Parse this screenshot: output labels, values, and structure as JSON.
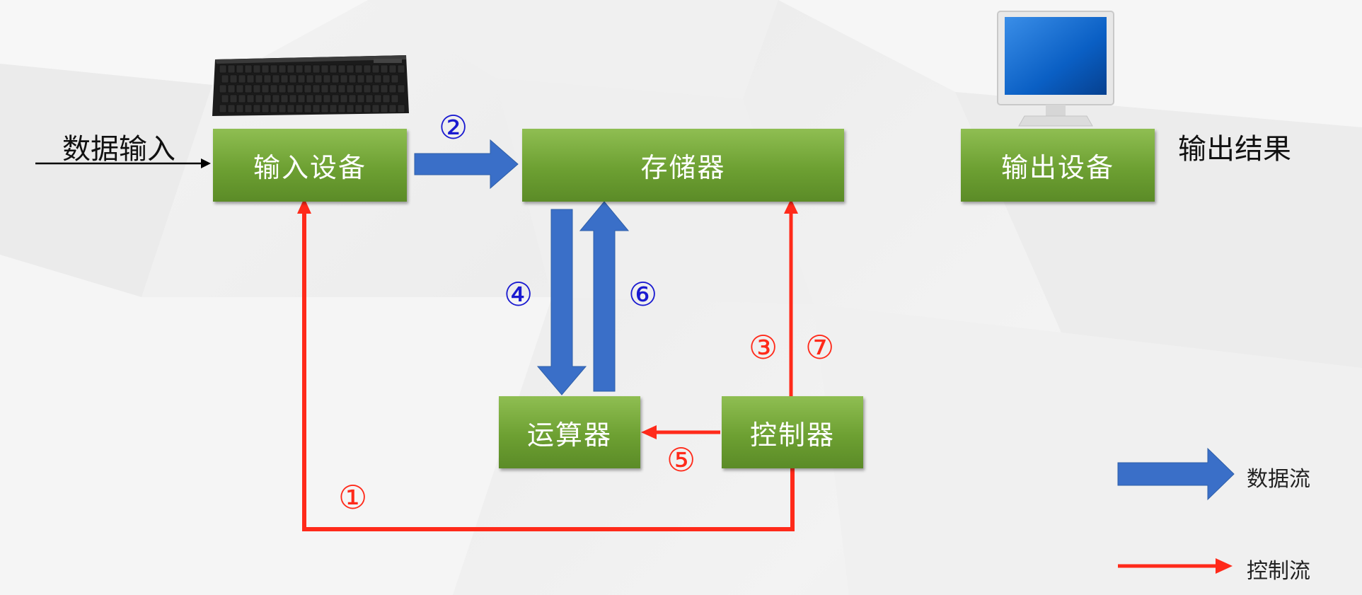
{
  "labels": {
    "data_input": "数据输入",
    "output_result": "输出结果"
  },
  "boxes": {
    "input_device": "输入设备",
    "memory": "存储器",
    "output_device": "输出设备",
    "alu": "运算器",
    "controller": "控制器"
  },
  "steps": {
    "s1": "①",
    "s2": "②",
    "s3": "③",
    "s4": "④",
    "s5": "⑤",
    "s6": "⑥",
    "s7": "⑦"
  },
  "legend": {
    "data_flow": "数据流",
    "control_flow": "控制流"
  },
  "icons": {
    "keyboard": "keyboard-icon",
    "monitor": "monitor-icon"
  },
  "colors": {
    "box_green": "#6da032",
    "data_flow_blue": "#3a6fc8",
    "control_flow_red": "#ff2a1a",
    "step_blue": "#1a1ad0",
    "step_red": "#ff2a1a"
  }
}
